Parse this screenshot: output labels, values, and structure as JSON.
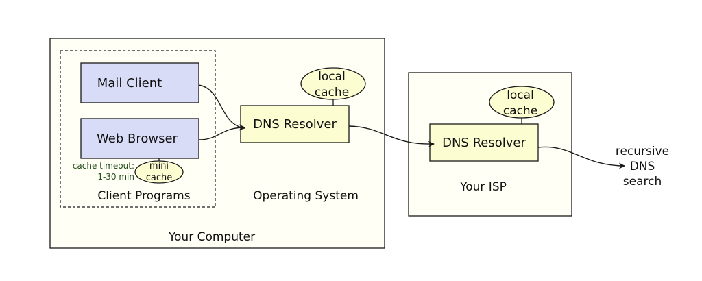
{
  "colors": {
    "container_fill": "#fffff5",
    "client_box_fill": "#d9dcf7",
    "resolver_fill": "#fdfdd2",
    "cache_fill": "#fdfdd2",
    "stroke": "#1a1a1a",
    "timeout_text": "#234d1a"
  },
  "computer": {
    "label": "Your Computer",
    "client_programs": {
      "label": "Client Programs",
      "mail_client": "Mail Client",
      "web_browser": "Web Browser",
      "mini_cache": {
        "line1": "mini",
        "line2": "cache"
      },
      "cache_timeout": {
        "line1": "cache timeout:",
        "line2": "1-30 min"
      }
    },
    "os": {
      "label": "Operating System",
      "resolver": "DNS Resolver",
      "local_cache": {
        "line1": "local",
        "line2": "cache"
      }
    }
  },
  "isp": {
    "label": "Your ISP",
    "resolver": "DNS Resolver",
    "local_cache": {
      "line1": "local",
      "line2": "cache"
    }
  },
  "recursive": {
    "line1": "recursive",
    "line2": "DNS",
    "line3": "search"
  }
}
